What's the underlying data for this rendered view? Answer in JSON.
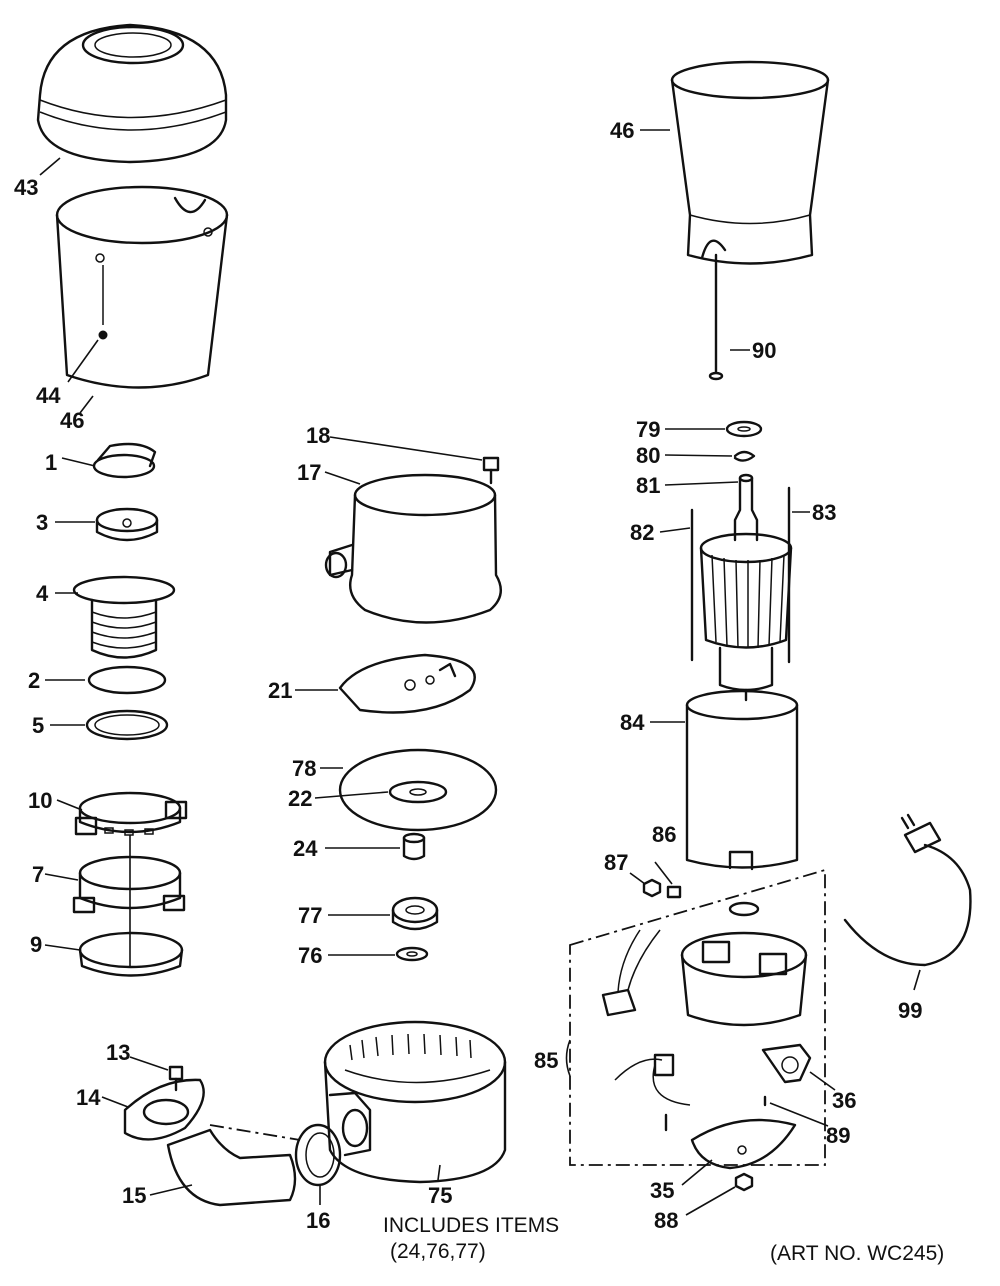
{
  "labels": {
    "l43": "43",
    "l44": "44",
    "l46a": "46",
    "l46b": "46",
    "l1": "1",
    "l3": "3",
    "l4": "4",
    "l2": "2",
    "l5": "5",
    "l10": "10",
    "l7": "7",
    "l9": "9",
    "l13": "13",
    "l14": "14",
    "l15": "15",
    "l16": "16",
    "l18": "18",
    "l17": "17",
    "l21": "21",
    "l78": "78",
    "l22": "22",
    "l24": "24",
    "l77": "77",
    "l76": "76",
    "l75": "75",
    "l90": "90",
    "l79": "79",
    "l80": "80",
    "l81": "81",
    "l82": "82",
    "l83": "83",
    "l84": "84",
    "l86": "86",
    "l87": "87",
    "l85": "85",
    "l99": "99",
    "l36": "36",
    "l89": "89",
    "l35": "35",
    "l88": "88"
  },
  "captions": {
    "includes_line1": "INCLUDES ITEMS",
    "includes_line2": "(24,76,77)",
    "art_no": "(ART NO. WC245)"
  }
}
